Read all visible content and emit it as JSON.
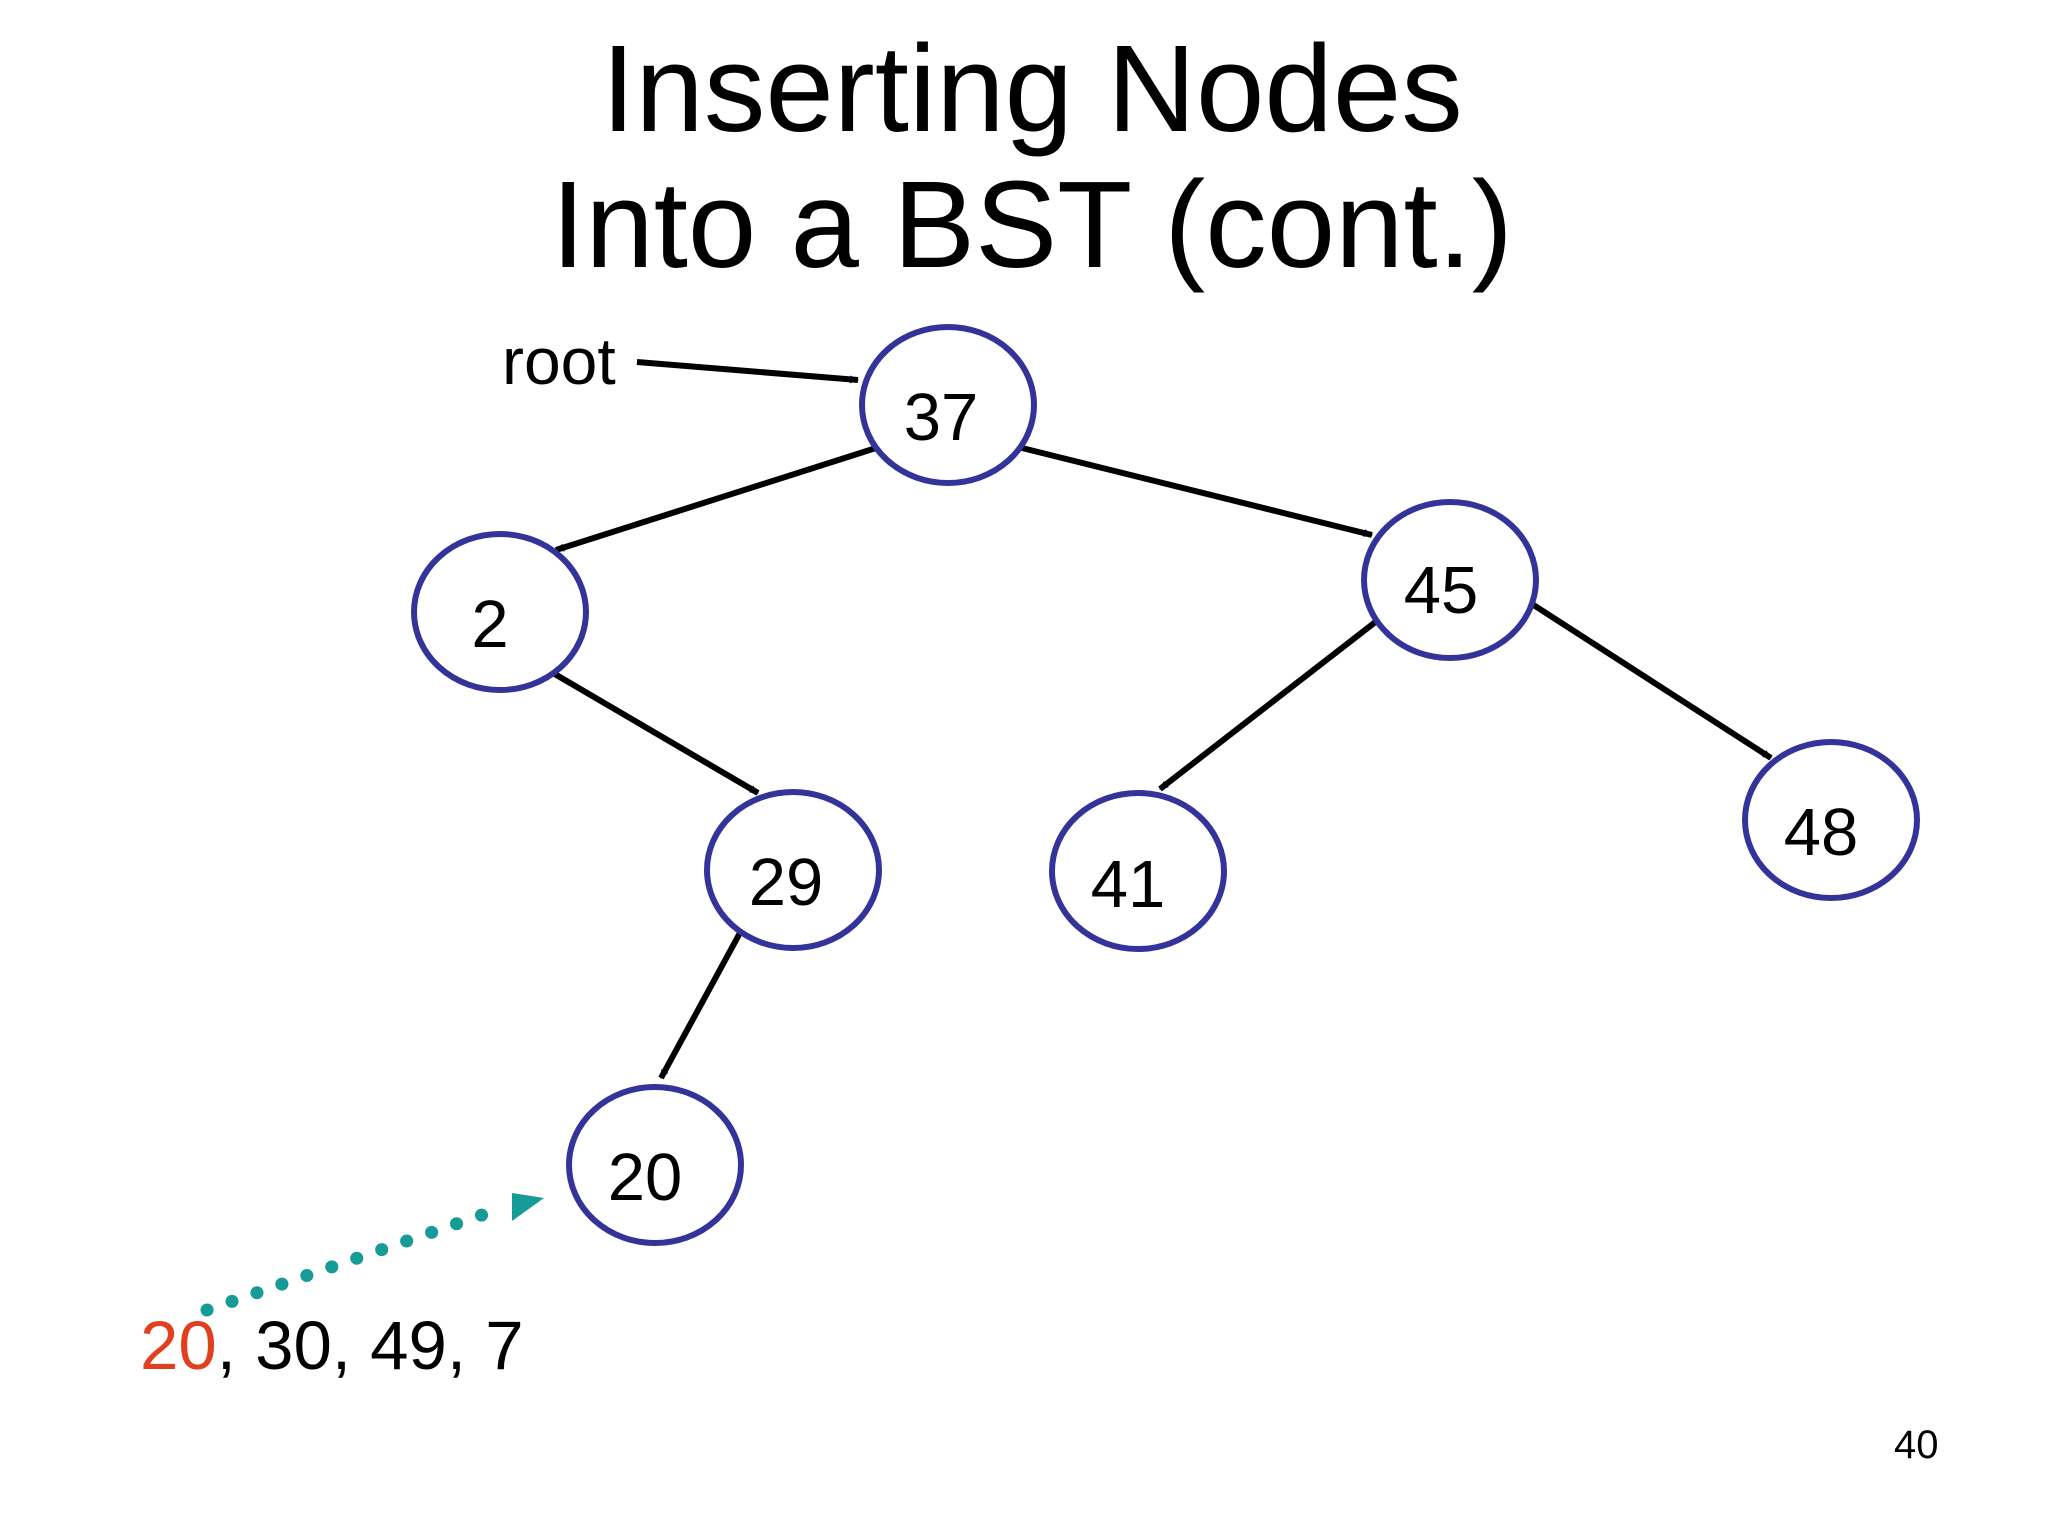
{
  "title": {
    "line1": "Inserting Nodes",
    "line2": "Into a BST (cont.)"
  },
  "root_label": "root",
  "nodes": [
    {
      "id": "n37",
      "value": "37"
    },
    {
      "id": "n2",
      "value": "2"
    },
    {
      "id": "n45",
      "value": "45"
    },
    {
      "id": "n29",
      "value": "29"
    },
    {
      "id": "n41",
      "value": "41"
    },
    {
      "id": "n48",
      "value": "48"
    },
    {
      "id": "n20",
      "value": "20"
    }
  ],
  "edges": [
    {
      "from": "37",
      "to": "2"
    },
    {
      "from": "37",
      "to": "45"
    },
    {
      "from": "2",
      "to": "29"
    },
    {
      "from": "45",
      "to": "41"
    },
    {
      "from": "45",
      "to": "48"
    },
    {
      "from": "29",
      "to": "20"
    }
  ],
  "insert_sequence": {
    "current": "20",
    "rest": ", 30, 49, 7"
  },
  "page_number": "40",
  "colors": {
    "node_outline": "#333399",
    "current_value": "#e0401e",
    "insert_arrow": "#169b96",
    "edge": "#000000"
  }
}
